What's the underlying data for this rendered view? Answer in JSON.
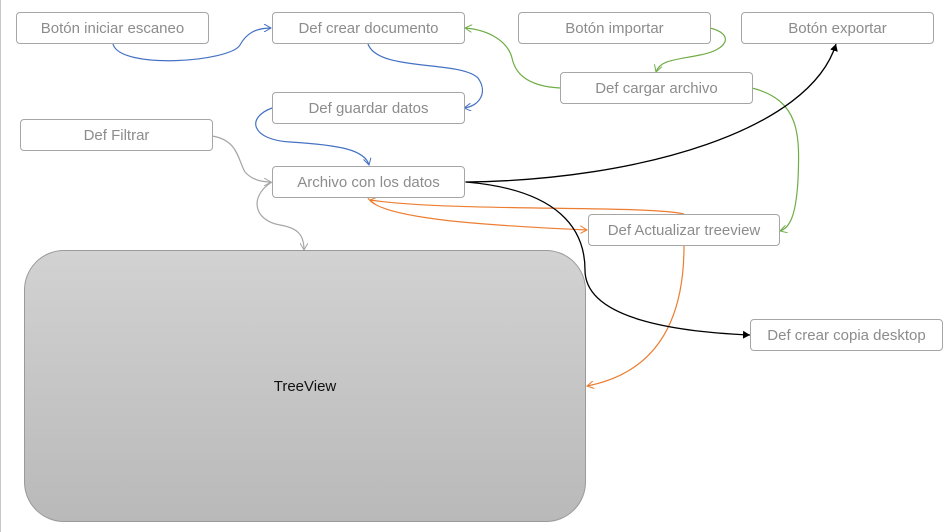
{
  "nodes": {
    "iniciar_escaneo": "Botón iniciar escaneo",
    "crear_documento": "Def crear documento",
    "importar": "Botón importar",
    "exportar": "Botón exportar",
    "cargar_archivo": "Def cargar archivo",
    "guardar_datos": "Def guardar datos",
    "filtrar": "Def Filtrar",
    "archivo_datos": "Archivo con los datos",
    "actualizar_treeview": "Def Actualizar treeview",
    "crear_copia": "Def crear copia desktop",
    "treeview": "TreeView"
  },
  "colors": {
    "blue": "#4472c4",
    "green": "#70ad47",
    "orange": "#ed7d31",
    "black": "#000000",
    "gray": "#a6a6a6"
  }
}
